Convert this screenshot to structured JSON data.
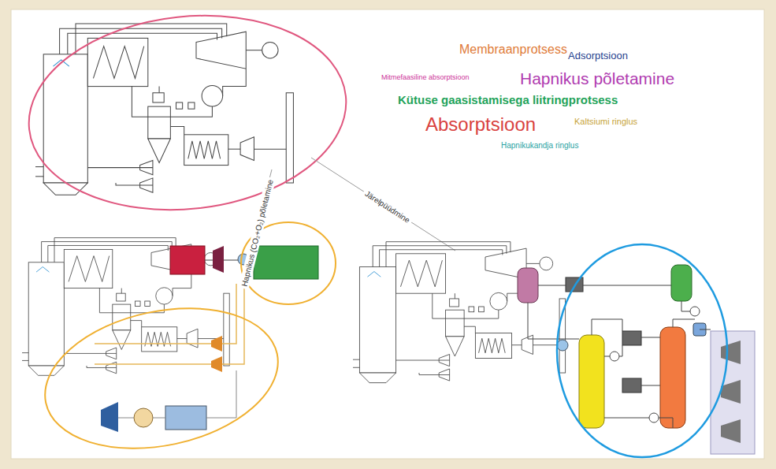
{
  "diagram": {
    "labels": [
      "Membraanprotsess",
      "Adsorptsioon",
      "Mitmefaasiline absorptsioon",
      "Hapnikus põletamine",
      "Kütuse gaasistamisega liitringprotsess",
      "Absorptsioon",
      "Kaltsiumi ringlus",
      "Hapnikukandja ringlus",
      "Hapnikus (CO₂+O₂) põletamine",
      "Järelpüüdmine"
    ]
  }
}
